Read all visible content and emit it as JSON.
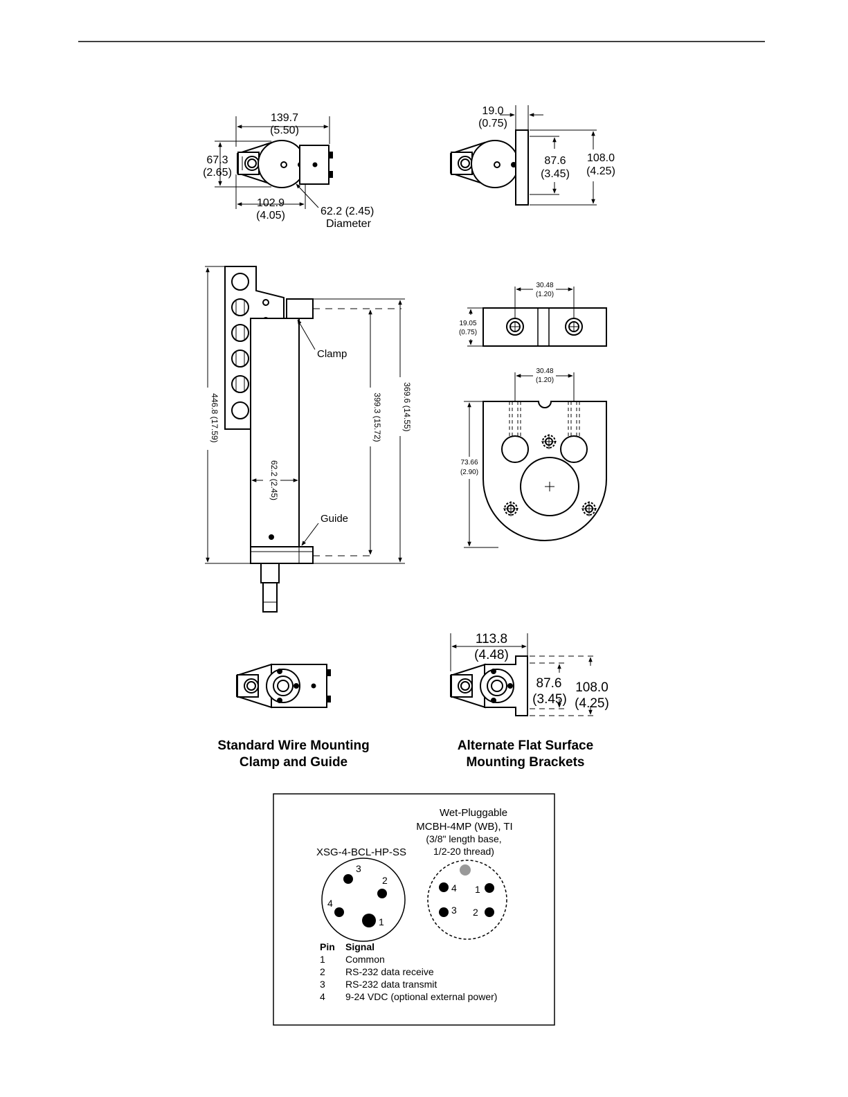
{
  "top_view_left": {
    "width_mm": "139.7",
    "width_in": "(5.50)",
    "height_mm": "67.3",
    "height_in": "(2.65)",
    "offset_mm": "102.9",
    "offset_in": "(4.05)",
    "diameter": "62.2 (2.45)",
    "diameter_label": "Diameter"
  },
  "top_view_right": {
    "bracket_mm": "19.0",
    "bracket_in": "(0.75)",
    "inner_mm": "87.6",
    "inner_in": "(3.45)",
    "outer_mm": "108.0",
    "outer_in": "(4.25)"
  },
  "side_view": {
    "overall": "446.8 (17.59)",
    "clamp_span": "369.6 (14.55)",
    "guide_span": "399.3 (15.72)",
    "body_diameter": "62.2 (2.45)",
    "clamp_label": "Clamp",
    "guide_label": "Guide"
  },
  "bracket_top": {
    "spacing_mm": "30.48",
    "spacing_in": "(1.20)",
    "height_mm": "19.05",
    "height_in": "(0.75)"
  },
  "bracket_front": {
    "spacing_mm": "30.48",
    "spacing_in": "(1.20)",
    "height_mm": "73.66",
    "height_in": "(2.90)"
  },
  "bottom_view_right": {
    "width_mm": "113.8",
    "width_in": "(4.48)",
    "inner_mm": "87.6",
    "inner_in": "(3.45)",
    "outer_mm": "108.0",
    "outer_in": "(4.25)"
  },
  "captions": {
    "left_line1": "Standard Wire Mounting",
    "left_line2": "Clamp and Guide",
    "right_line1": "Alternate Flat Surface",
    "right_line2": "Mounting Brackets"
  },
  "connector": {
    "left_title": "XSG-4-BCL-HP-SS",
    "right_title_1": "Wet-Pluggable",
    "right_title_2": "MCBH-4MP (WB), TI",
    "right_note_1": "(3/8\" length base,",
    "right_note_2": "1/2-20 thread)",
    "left_pins": [
      "3",
      "2",
      "4",
      "1"
    ],
    "right_pins": [
      "4",
      "1",
      "3",
      "2"
    ],
    "table_header": {
      "pin": "Pin",
      "signal": "Signal"
    },
    "rows": [
      {
        "pin": "1",
        "signal": "Common"
      },
      {
        "pin": "2",
        "signal": "RS-232 data receive"
      },
      {
        "pin": "3",
        "signal": "RS-232 data transmit"
      },
      {
        "pin": "4",
        "signal": "9-24 VDC (optional external power)"
      }
    ]
  }
}
